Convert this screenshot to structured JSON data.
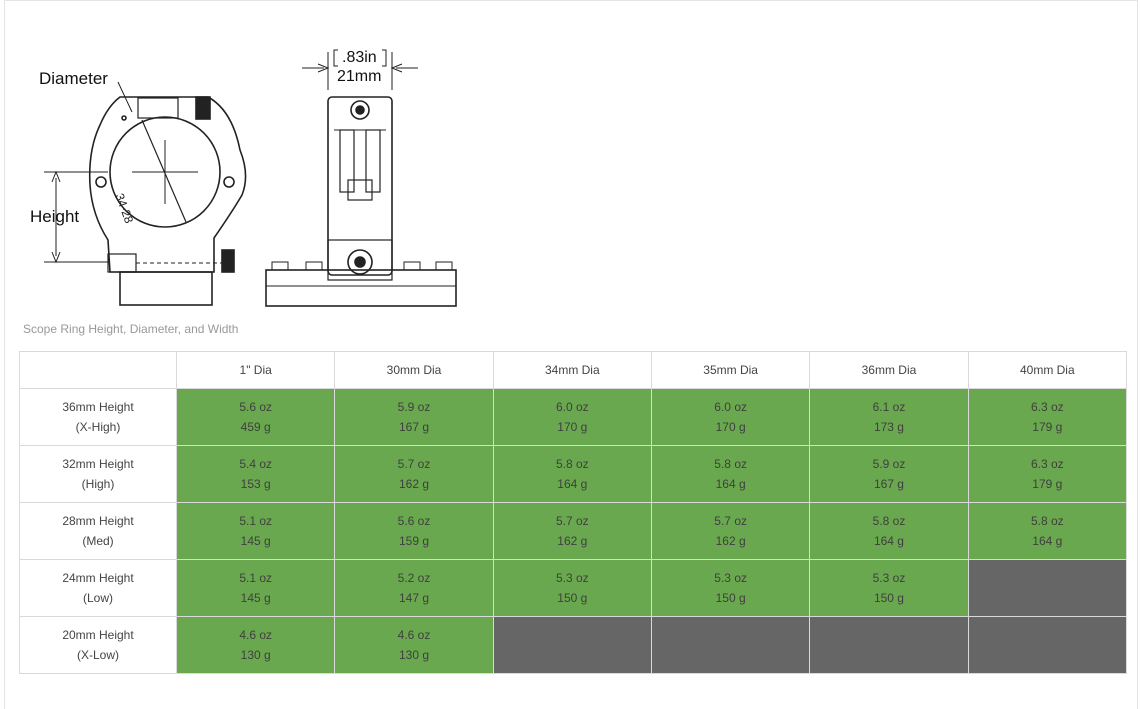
{
  "diagram": {
    "diameter_label": "Diameter",
    "height_label": "Height",
    "width_in": ".83in",
    "width_mm": "21mm",
    "ring_marking": "34-28"
  },
  "caption": "Scope Ring Height, Diameter, and Width",
  "colors": {
    "available": "#6aa84f",
    "unavailable": "#666666"
  },
  "table": {
    "corner": "",
    "columns": [
      "1\" Dia",
      "30mm Dia",
      "34mm Dia",
      "35mm Dia",
      "36mm Dia",
      "40mm Dia"
    ],
    "rows": [
      {
        "height": "36mm Height",
        "profile": "(X-High)",
        "cells": [
          {
            "oz": "5.6 oz",
            "g": "459 g"
          },
          {
            "oz": "5.9 oz",
            "g": "167 g"
          },
          {
            "oz": "6.0 oz",
            "g": "170 g"
          },
          {
            "oz": "6.0 oz",
            "g": "170 g"
          },
          {
            "oz": "6.1 oz",
            "g": "173 g"
          },
          {
            "oz": "6.3 oz",
            "g": "179 g"
          }
        ]
      },
      {
        "height": "32mm Height",
        "profile": "(High)",
        "cells": [
          {
            "oz": "5.4 oz",
            "g": "153 g"
          },
          {
            "oz": "5.7 oz",
            "g": "162 g"
          },
          {
            "oz": "5.8 oz",
            "g": "164 g"
          },
          {
            "oz": "5.8 oz",
            "g": "164 g"
          },
          {
            "oz": "5.9 oz",
            "g": "167 g"
          },
          {
            "oz": "6.3 oz",
            "g": "179 g"
          }
        ]
      },
      {
        "height": "28mm Height",
        "profile": "(Med)",
        "cells": [
          {
            "oz": "5.1 oz",
            "g": "145 g"
          },
          {
            "oz": "5.6 oz",
            "g": "159 g"
          },
          {
            "oz": "5.7 oz",
            "g": "162 g"
          },
          {
            "oz": "5.7 oz",
            "g": "162 g"
          },
          {
            "oz": "5.8 oz",
            "g": "164 g"
          },
          {
            "oz": "5.8 oz",
            "g": "164 g"
          }
        ]
      },
      {
        "height": "24mm Height",
        "profile": "(Low)",
        "cells": [
          {
            "oz": "5.1 oz",
            "g": "145 g"
          },
          {
            "oz": "5.2 oz",
            "g": "147 g"
          },
          {
            "oz": "5.3 oz",
            "g": "150 g"
          },
          {
            "oz": "5.3 oz",
            "g": "150 g"
          },
          {
            "oz": "5.3 oz",
            "g": "150 g"
          },
          null
        ]
      },
      {
        "height": "20mm Height",
        "profile": "(X-Low)",
        "cells": [
          {
            "oz": "4.6 oz",
            "g": "130 g"
          },
          {
            "oz": "4.6 oz",
            "g": "130 g"
          },
          null,
          null,
          null,
          null
        ]
      }
    ]
  }
}
